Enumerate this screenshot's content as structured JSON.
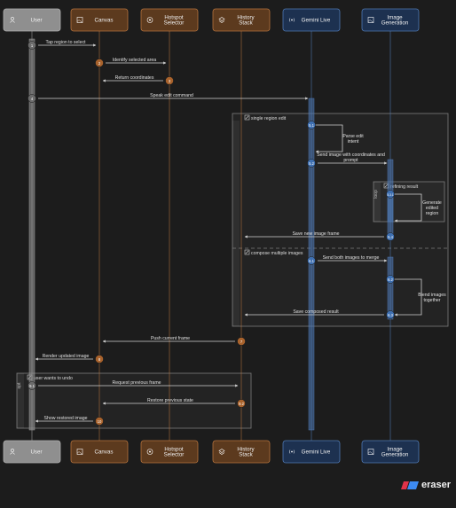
{
  "colors": {
    "background": "#1c1c1c",
    "user": "#8f8f8f",
    "brown": "#5c3a1e",
    "brown_border": "#b5733d",
    "blue": "#1d3150",
    "blue_border": "#4f79b3",
    "message_line": "#d0d0d0",
    "step_badge_brown": "#a8622c",
    "step_badge_blue": "#3e6fb0",
    "step_badge_gray": "#6b6b6b",
    "group_border": "#7d7d7d"
  },
  "participants": [
    {
      "id": "user",
      "label": "User",
      "icon": "user-icon",
      "style": "gray"
    },
    {
      "id": "canvas",
      "label": "Canvas",
      "icon": "image-icon",
      "style": "brown"
    },
    {
      "id": "hotspot",
      "label": "Hotspot Selector",
      "icon": "target-icon",
      "style": "brown"
    },
    {
      "id": "history",
      "label": "History Stack",
      "icon": "layers-icon",
      "style": "brown"
    },
    {
      "id": "gemini",
      "label": "Gemini Live",
      "icon": "broadcast-icon",
      "style": "blue"
    },
    {
      "id": "imagegen",
      "label": "Image Generation",
      "icon": "image-icon",
      "style": "blue"
    }
  ],
  "groups": [
    {
      "id": "g1",
      "kind": "",
      "label": "single region edit",
      "icon": "edit-icon"
    },
    {
      "id": "g2",
      "kind": "loop",
      "label": "refining result",
      "icon": "refresh-icon"
    },
    {
      "id": "g3",
      "kind": "",
      "label": "compose multiple images",
      "icon": "merge-icon"
    },
    {
      "id": "g4",
      "kind": "opt",
      "label": "user wants to undo",
      "icon": "undo-icon"
    }
  ],
  "messages": [
    {
      "from": "user",
      "to": "canvas",
      "label": "Tap region to select",
      "step": "1"
    },
    {
      "from": "canvas",
      "to": "hotspot",
      "label": "Identify selected area",
      "step": "2"
    },
    {
      "from": "hotspot",
      "to": "canvas",
      "label": "Return coordinates",
      "step": "3"
    },
    {
      "from": "user",
      "to": "gemini",
      "label": "Speak edit command",
      "step": "4"
    },
    {
      "from": "gemini",
      "to": "gemini",
      "label": "Parse edit intent",
      "step": "5.1"
    },
    {
      "from": "gemini",
      "to": "imagegen",
      "label": "Send image with coordinates and prompt",
      "step": "5.2"
    },
    {
      "from": "imagegen",
      "to": "imagegen",
      "label": "Generate edited region",
      "step": "5.3.1"
    },
    {
      "from": "imagegen",
      "to": "history",
      "label": "Save new image frame",
      "step": "5.4"
    },
    {
      "from": "gemini",
      "to": "imagegen",
      "label": "Send both images to merge",
      "step": "6.1"
    },
    {
      "from": "imagegen",
      "to": "imagegen",
      "label": "Blend images together",
      "step": "6.2"
    },
    {
      "from": "imagegen",
      "to": "history",
      "label": "Save composed result",
      "step": "6.3"
    },
    {
      "from": "history",
      "to": "canvas",
      "label": "Push current frame",
      "step": "7"
    },
    {
      "from": "canvas",
      "to": "user",
      "label": "Render updated image",
      "step": "8"
    },
    {
      "from": "user",
      "to": "history",
      "label": "Request previous frame",
      "step": "9.1"
    },
    {
      "from": "history",
      "to": "canvas",
      "label": "Restore previous state",
      "step": "9.2"
    },
    {
      "from": "canvas",
      "to": "user",
      "label": "Show restored image",
      "step": "10"
    }
  ],
  "brand": {
    "name": "eraser"
  }
}
